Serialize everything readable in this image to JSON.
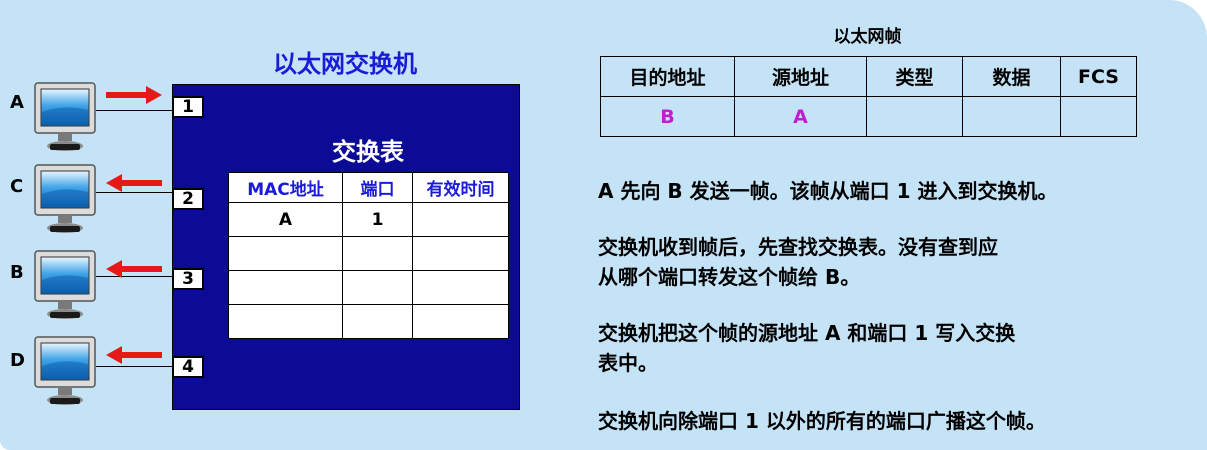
{
  "switch": {
    "title": "以太网交换机",
    "ports": [
      "1",
      "2",
      "3",
      "4"
    ]
  },
  "hosts": [
    {
      "label": "A",
      "direction": "in"
    },
    {
      "label": "C",
      "direction": "out"
    },
    {
      "label": "B",
      "direction": "out"
    },
    {
      "label": "D",
      "direction": "out"
    }
  ],
  "mac_table": {
    "title": "交换表",
    "headers": [
      "MAC地址",
      "端口",
      "有效时间"
    ],
    "rows": [
      [
        "A",
        "1",
        ""
      ],
      [
        "",
        "",
        ""
      ],
      [
        "",
        "",
        ""
      ],
      [
        "",
        "",
        ""
      ]
    ]
  },
  "frame": {
    "title": "以太网帧",
    "headers": [
      "目的地址",
      "源地址",
      "类型",
      "数据",
      "FCS"
    ],
    "values": [
      "B",
      "A",
      "",
      "",
      ""
    ]
  },
  "text": {
    "line1": "A 先向 B 发送一帧。该帧从端口 1 进入到交换机。",
    "line2a": "交换机收到帧后，先查找交换表。没有查到应",
    "line2b": "从哪个端口转发这个帧给 B。",
    "line3a": "交换机把这个帧的源地址 A 和端口 1 写入交换",
    "line3b": "表中。",
    "line4": "交换机向除端口 1 以外的所有的端口广播这个帧。"
  },
  "colors": {
    "background": "#c5e3f6",
    "switch": "#0b0b96",
    "header_text": "#1a1ad8",
    "address_text": "#c21bd0",
    "arrow": "#e81818"
  }
}
